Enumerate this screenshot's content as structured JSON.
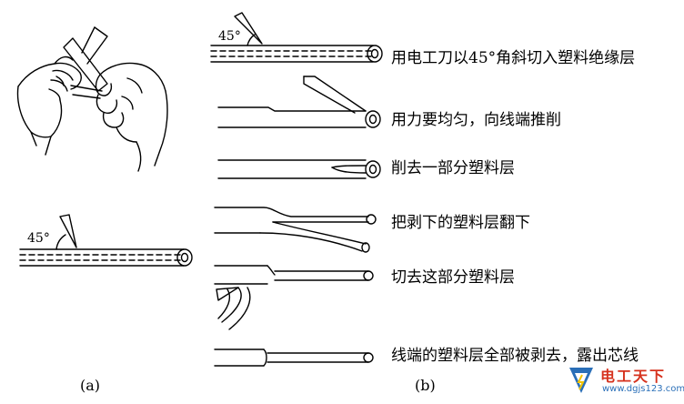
{
  "panel_a": {
    "label": "(a)",
    "angle": "45°"
  },
  "panel_b": {
    "label": "(b)",
    "angle": "45°",
    "steps": [
      "用电工刀以45°角斜切入塑料绝缘层",
      "用力要均匀，向线端推削",
      "削去一部分塑料层",
      "把剥下的塑料层翻下",
      "切去这部分塑料层",
      "线端的塑料层全部被剥去，露出芯线"
    ]
  },
  "watermark": {
    "text": "电工天下",
    "url": "www.dgjs123.com"
  }
}
